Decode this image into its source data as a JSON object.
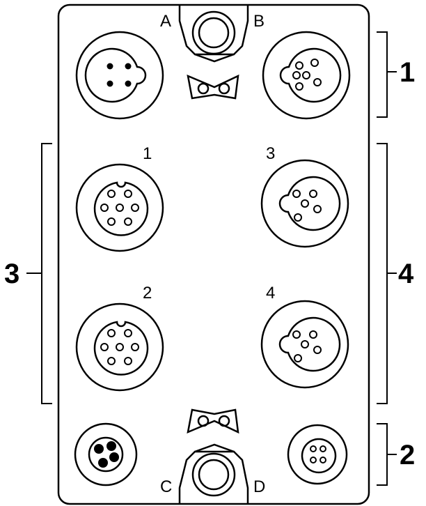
{
  "labels": {
    "corner_a": "A",
    "corner_b": "B",
    "corner_c": "C",
    "corner_d": "D",
    "port_1": "1",
    "port_2": "2",
    "port_3": "3",
    "port_4": "4"
  },
  "callouts": {
    "right_top": "1",
    "right_bottom": "2",
    "left_middle": "3",
    "right_middle": "4"
  }
}
